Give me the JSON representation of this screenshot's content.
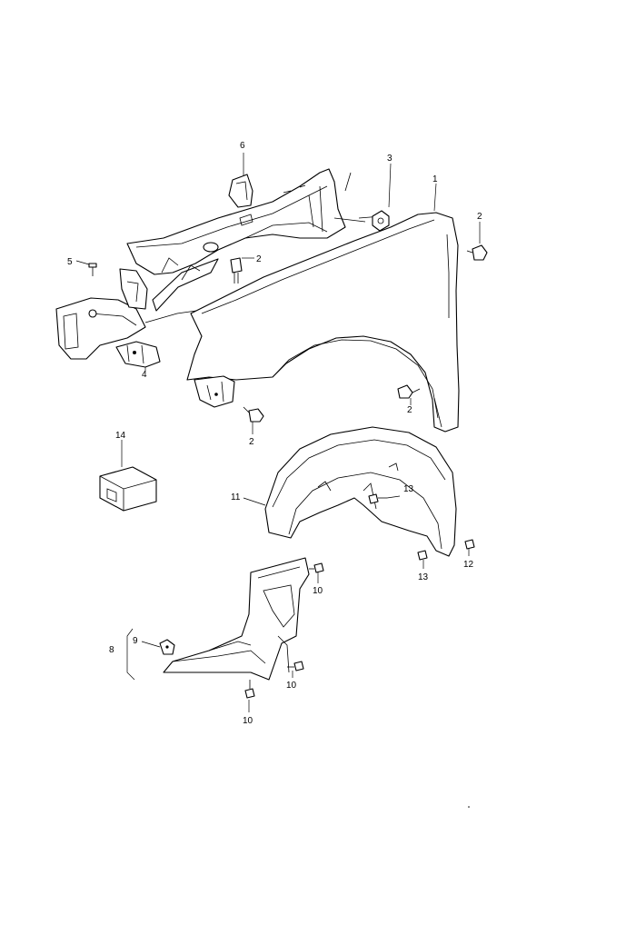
{
  "callouts": {
    "c1": "1",
    "c2a": "2",
    "c2b": "2",
    "c2c": "2",
    "c2d": "2",
    "c3": "3",
    "c4": "4",
    "c5": "5",
    "c6": "6",
    "c8": "8",
    "c9": "9",
    "c10a": "10",
    "c10b": "10",
    "c10c": "10",
    "c11": "11",
    "c12": "12",
    "c13a": "13",
    "c13b": "13",
    "c14": "14"
  }
}
